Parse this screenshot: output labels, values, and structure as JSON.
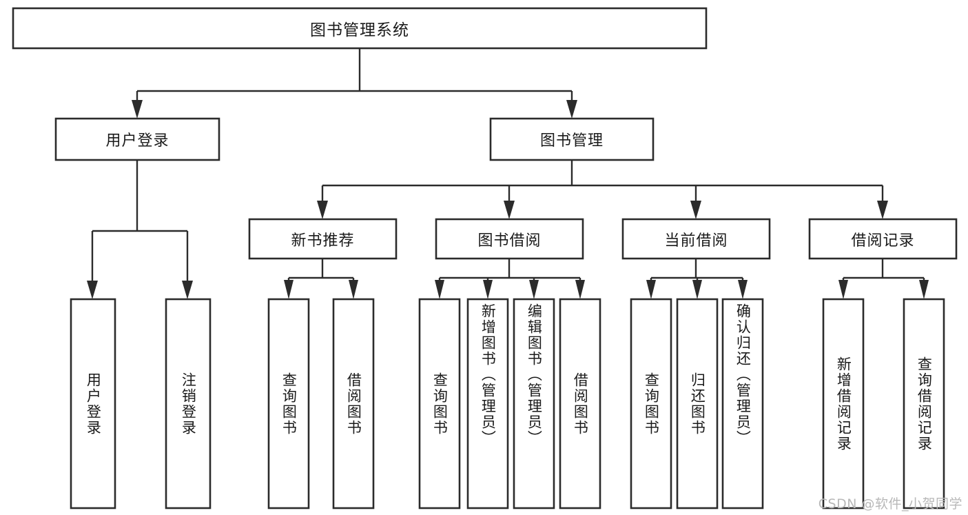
{
  "diagram": {
    "type": "tree-hierarchy-flowchart",
    "title": "图书管理系统",
    "background_color": "#ffffff",
    "line_color": "#2b2b2b",
    "text_color": "#1a1a1a",
    "levels": {
      "root": {
        "label": "图书管理系统",
        "orientation": "horizontal"
      },
      "level1": [
        {
          "id": "user-login",
          "label": "用户登录",
          "orientation": "horizontal"
        },
        {
          "id": "book-manage",
          "label": "图书管理",
          "orientation": "horizontal"
        }
      ],
      "level2": [
        {
          "id": "new-book-recommend",
          "label": "新书推荐",
          "orientation": "horizontal"
        },
        {
          "id": "book-borrow",
          "label": "图书借阅",
          "orientation": "horizontal"
        },
        {
          "id": "current-borrow",
          "label": "当前借阅",
          "orientation": "horizontal"
        },
        {
          "id": "borrow-record",
          "label": "借阅记录",
          "orientation": "horizontal"
        }
      ],
      "leaves": [
        {
          "id": "leaf-user-login",
          "label": "用户登录",
          "parent": "user-login",
          "orientation": "vertical",
          "align": "center"
        },
        {
          "id": "leaf-logout-login",
          "label": "注销登录",
          "parent": "user-login",
          "orientation": "vertical",
          "align": "center"
        },
        {
          "id": "leaf-query-book-1",
          "label": "查询图书",
          "parent": "new-book-recommend",
          "orientation": "vertical",
          "align": "center"
        },
        {
          "id": "leaf-borrow-book-1",
          "label": "借阅图书",
          "parent": "new-book-recommend",
          "orientation": "vertical",
          "align": "center"
        },
        {
          "id": "leaf-query-book-2",
          "label": "查询图书",
          "parent": "book-borrow",
          "orientation": "vertical",
          "align": "center"
        },
        {
          "id": "leaf-add-book-admin",
          "label": "新增图书（管理员）",
          "parent": "book-borrow",
          "orientation": "vertical",
          "align": "top"
        },
        {
          "id": "leaf-edit-book-admin",
          "label": "编辑图书（管理员）",
          "parent": "book-borrow",
          "orientation": "vertical",
          "align": "top"
        },
        {
          "id": "leaf-borrow-book-2",
          "label": "借阅图书",
          "parent": "book-borrow",
          "orientation": "vertical",
          "align": "center"
        },
        {
          "id": "leaf-query-book-3",
          "label": "查询图书",
          "parent": "current-borrow",
          "orientation": "vertical",
          "align": "center"
        },
        {
          "id": "leaf-return-book",
          "label": "归还图书",
          "parent": "current-borrow",
          "orientation": "vertical",
          "align": "center"
        },
        {
          "id": "leaf-confirm-return-admin",
          "label": "确认归还（管理员）",
          "parent": "current-borrow",
          "orientation": "vertical",
          "align": "top"
        },
        {
          "id": "leaf-add-borrow-record",
          "label": "新增借阅记录",
          "parent": "borrow-record",
          "orientation": "vertical",
          "align": "center"
        },
        {
          "id": "leaf-query-borrow-record",
          "label": "查询借阅记录",
          "parent": "borrow-record",
          "orientation": "vertical",
          "align": "center"
        }
      ]
    }
  },
  "watermark": {
    "text": "CSDN @软件_小贺同学",
    "color": "#b8b8b8"
  }
}
